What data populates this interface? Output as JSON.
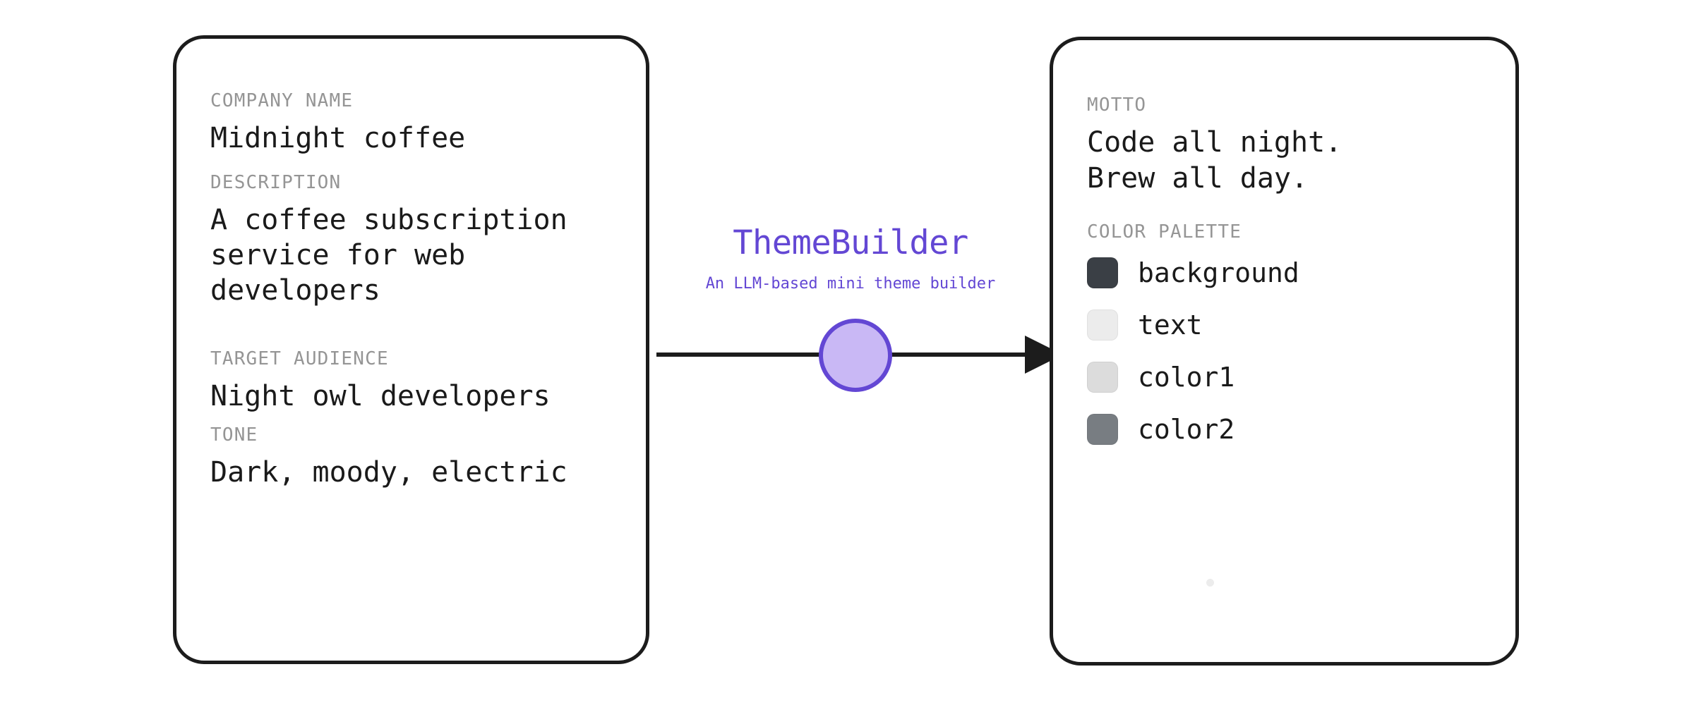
{
  "app": {
    "title": "ThemeBuilder",
    "subtitle": "An LLM-based mini theme builder",
    "accent_color": "#6347d4",
    "accent_fill": "#c9b8f5",
    "card_border_color": "#1c1c1c",
    "label_color": "#959595",
    "value_color": "#1a1a1a"
  },
  "input_card": {
    "name": "brand-brief-input-card",
    "fields": [
      {
        "label": "COMPANY NAME",
        "value": "Midnight coffee"
      },
      {
        "label": "DESCRIPTION",
        "value": "A coffee subscription\nservice for web\ndevelopers"
      },
      {
        "label": "TARGET AUDIENCE",
        "value": "Night owl developers"
      },
      {
        "label": "TONE",
        "value": "Dark, moody, electric"
      }
    ]
  },
  "output_card": {
    "name": "generated-theme-output-card",
    "motto": {
      "label": "MOTTO",
      "value": "Code all night.\nBrew all day."
    },
    "palette": {
      "label": "COLOR PALETTE",
      "swatches": [
        {
          "name": "background",
          "hex": "#3a3f45"
        },
        {
          "name": "text",
          "hex": "#ececec"
        },
        {
          "name": "color1",
          "hex": "#dcdcdc"
        },
        {
          "name": "color2",
          "hex": "#787d82"
        }
      ]
    },
    "marker_dot_color": "#ececec"
  },
  "flow": {
    "arrow_color": "#1c1c1c",
    "node_icon": "process-circle-icon"
  }
}
